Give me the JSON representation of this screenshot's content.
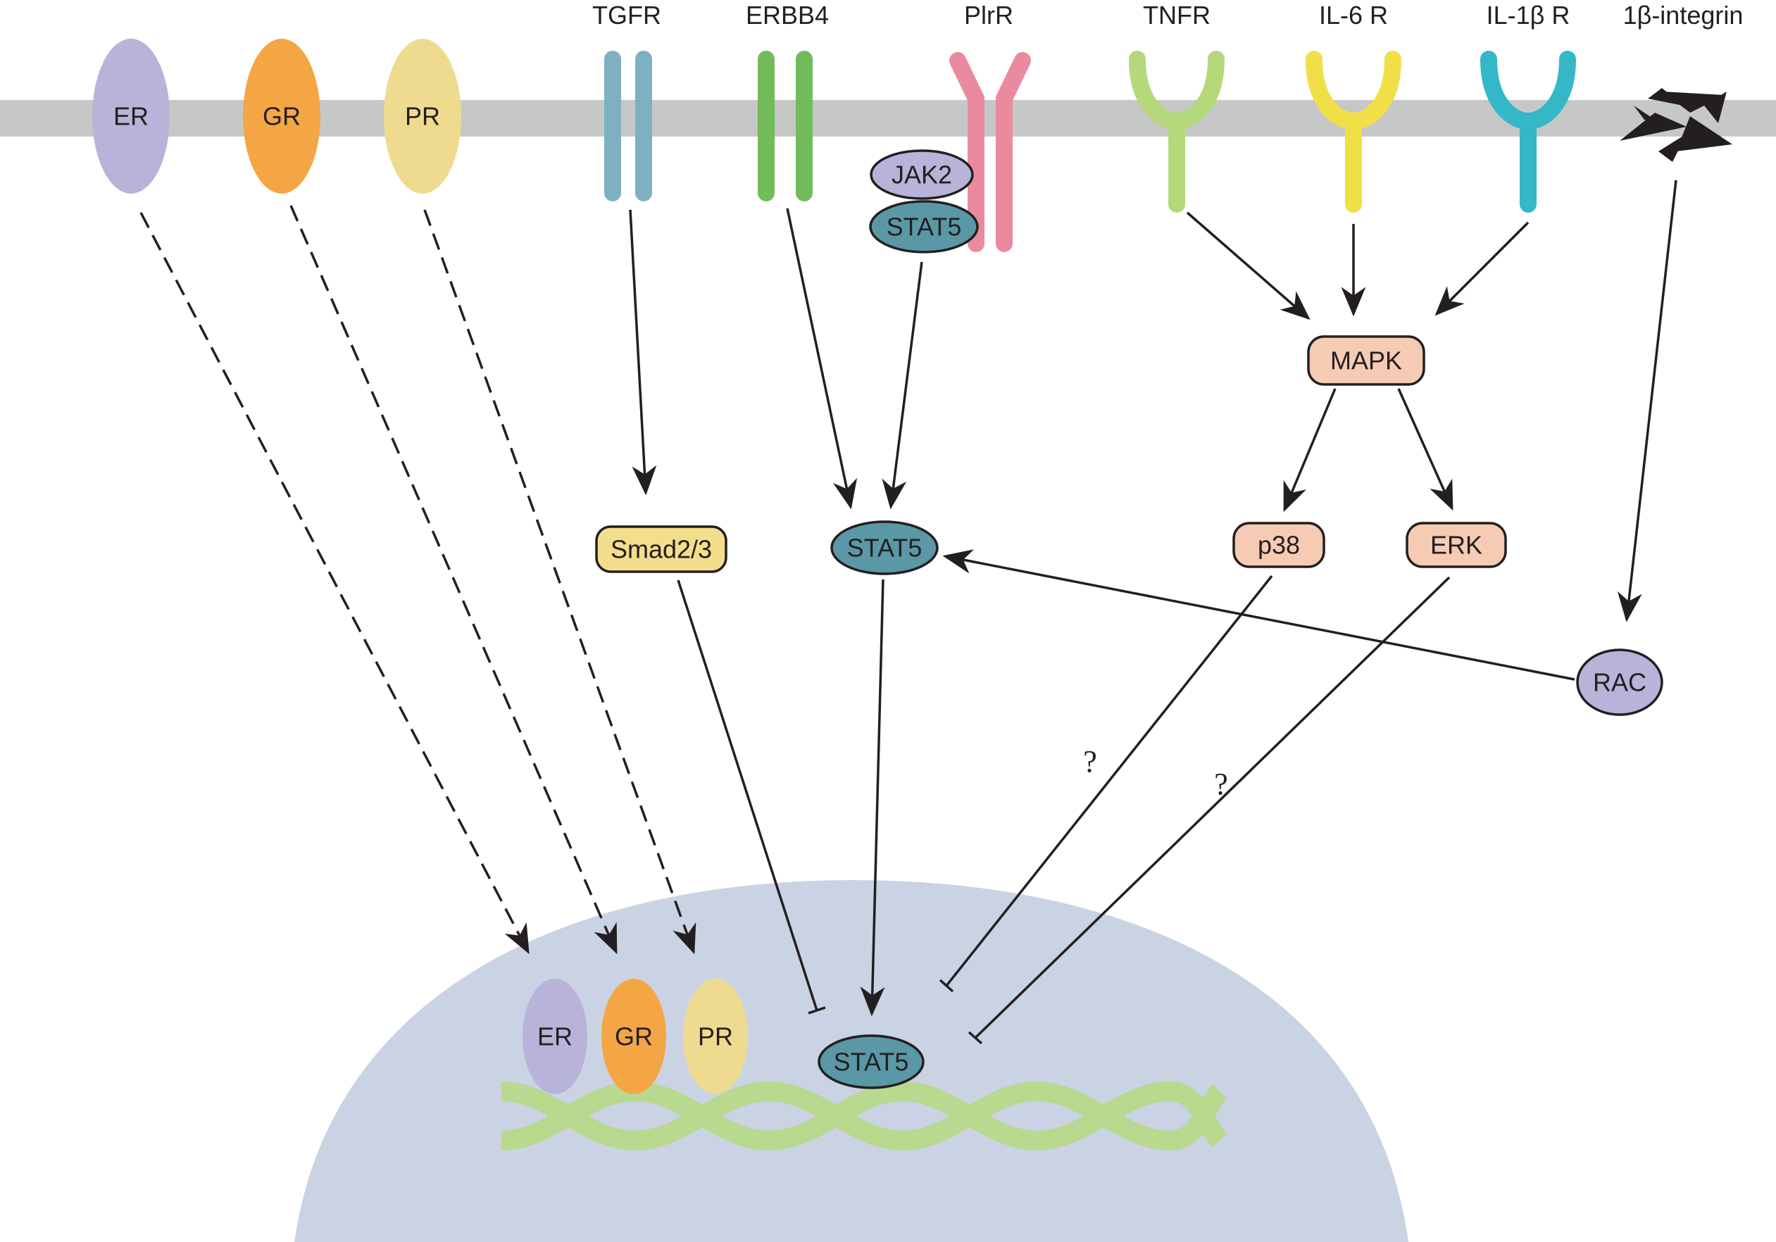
{
  "receptors": {
    "tgfr": "TGFR",
    "erbb4": "ERBB4",
    "plrr": "PlrR",
    "tnfr": "TNFR",
    "il6r": "IL-6 R",
    "il1br": "IL-1β R",
    "integrin": "1β-integrin"
  },
  "membrane": {
    "er": "ER",
    "gr": "GR",
    "pr": "PR",
    "jak2": "JAK2",
    "stat5": "STAT5"
  },
  "cytoplasm": {
    "mapk": "MAPK",
    "p38": "p38",
    "erk": "ERK",
    "smad": "Smad2/3",
    "stat5": "STAT5",
    "rac": "RAC",
    "q1": "?",
    "q2": "?"
  },
  "nucleus": {
    "er": "ER",
    "gr": "GR",
    "pr": "PR",
    "stat5": "STAT5"
  },
  "colors": {
    "membrane": "#c5c8c7",
    "nucleus": "#cad3e3",
    "dna": "#b8d98e",
    "er": "#b8b3d8",
    "gr": "#f4a644",
    "pr": "#efdb8f",
    "tgfr": "#7fb0c0",
    "erbb4": "#72bb5b",
    "plrr": "#ea8aa1",
    "tnfr": "#b5d87a",
    "il6r": "#f1df48",
    "il1br": "#34b8c8",
    "stat5": "#5a98a6",
    "jak2": "#b8b3d8",
    "mapk_family": "#f6cbb3",
    "smad": "#f3de8c",
    "rac": "#b8b3d8"
  }
}
